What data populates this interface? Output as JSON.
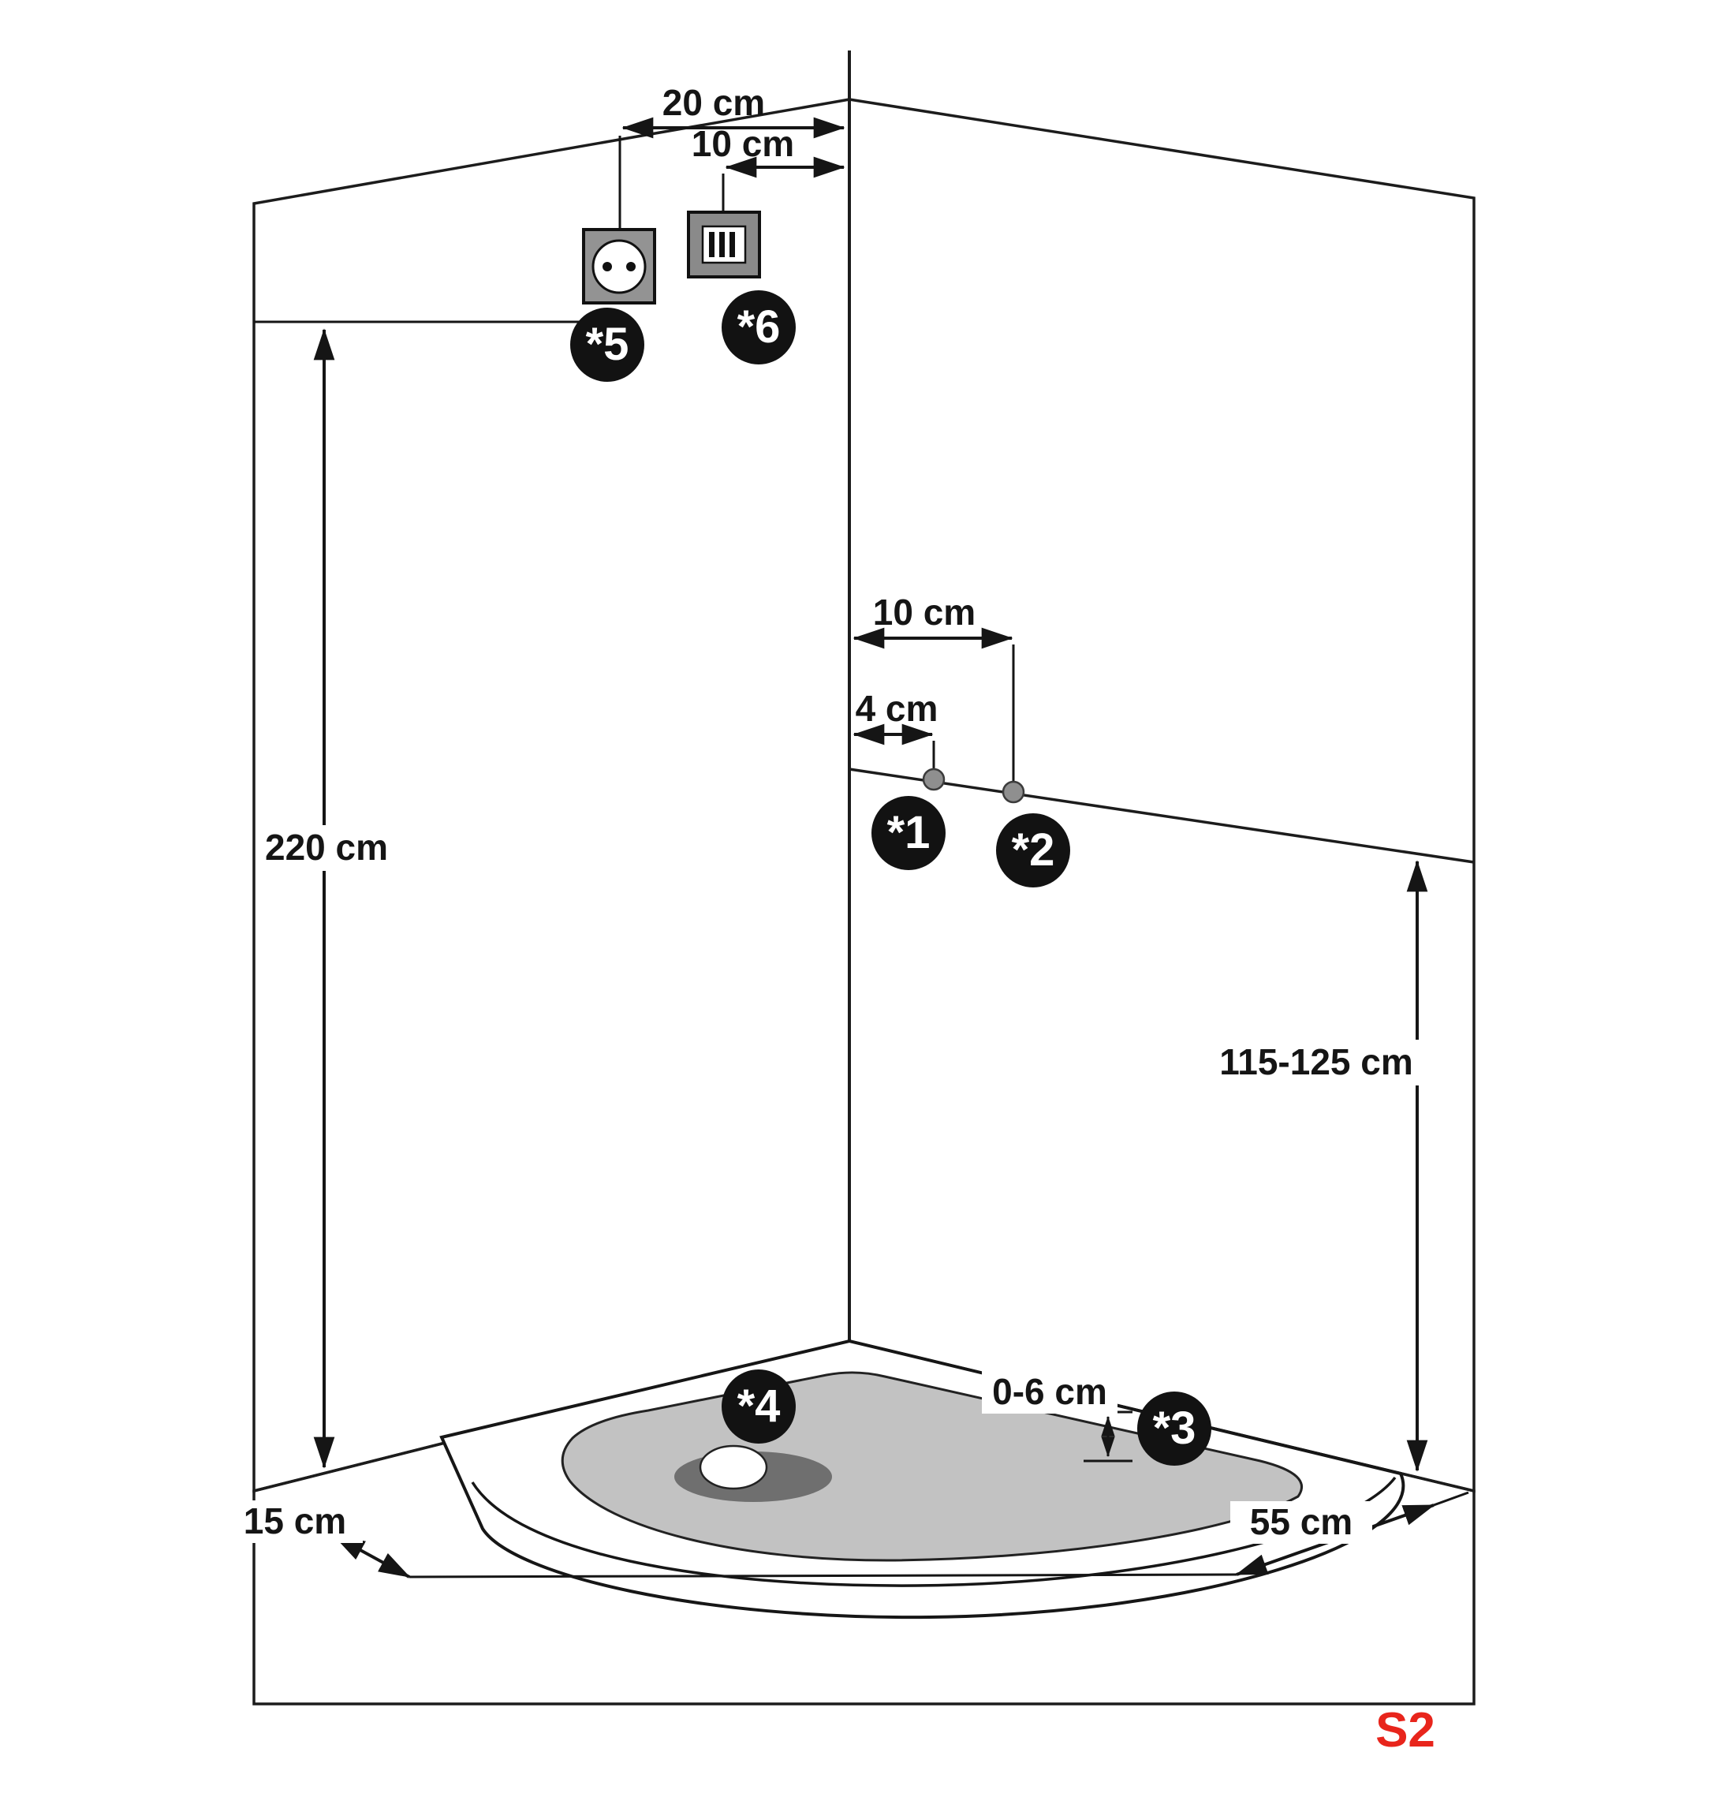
{
  "scene": {
    "sheet_code": "S2",
    "description": "shower-cabin-installation-diagram"
  },
  "colors": {
    "left_wall": "#e7e7e7",
    "right_wall": "#dadada",
    "basin": "#c2c2c2",
    "tray": "#ffffff",
    "marker_bg": "#121212",
    "marker_text": "#ffffff",
    "line": "#151515",
    "accent_red": "#e8251c",
    "connection_dot": "#8f8f8f",
    "socket_body": "#939393",
    "drain_shadow": "#6f6f6f"
  },
  "dimensions": {
    "socket_offset": "20 cm",
    "switch_offset": "10 cm",
    "wall_height": "220 cm",
    "conn_offset_10": "10 cm",
    "conn_offset_4": "4 cm",
    "conn_height": "115-125 cm",
    "tray_depth": "0-6 cm",
    "drain_left": "15 cm",
    "drain_right": "55 cm"
  },
  "markers": {
    "m1": "*1",
    "m2": "*2",
    "m3": "*3",
    "m4": "*4",
    "m5": "*5",
    "m6": "*6"
  }
}
